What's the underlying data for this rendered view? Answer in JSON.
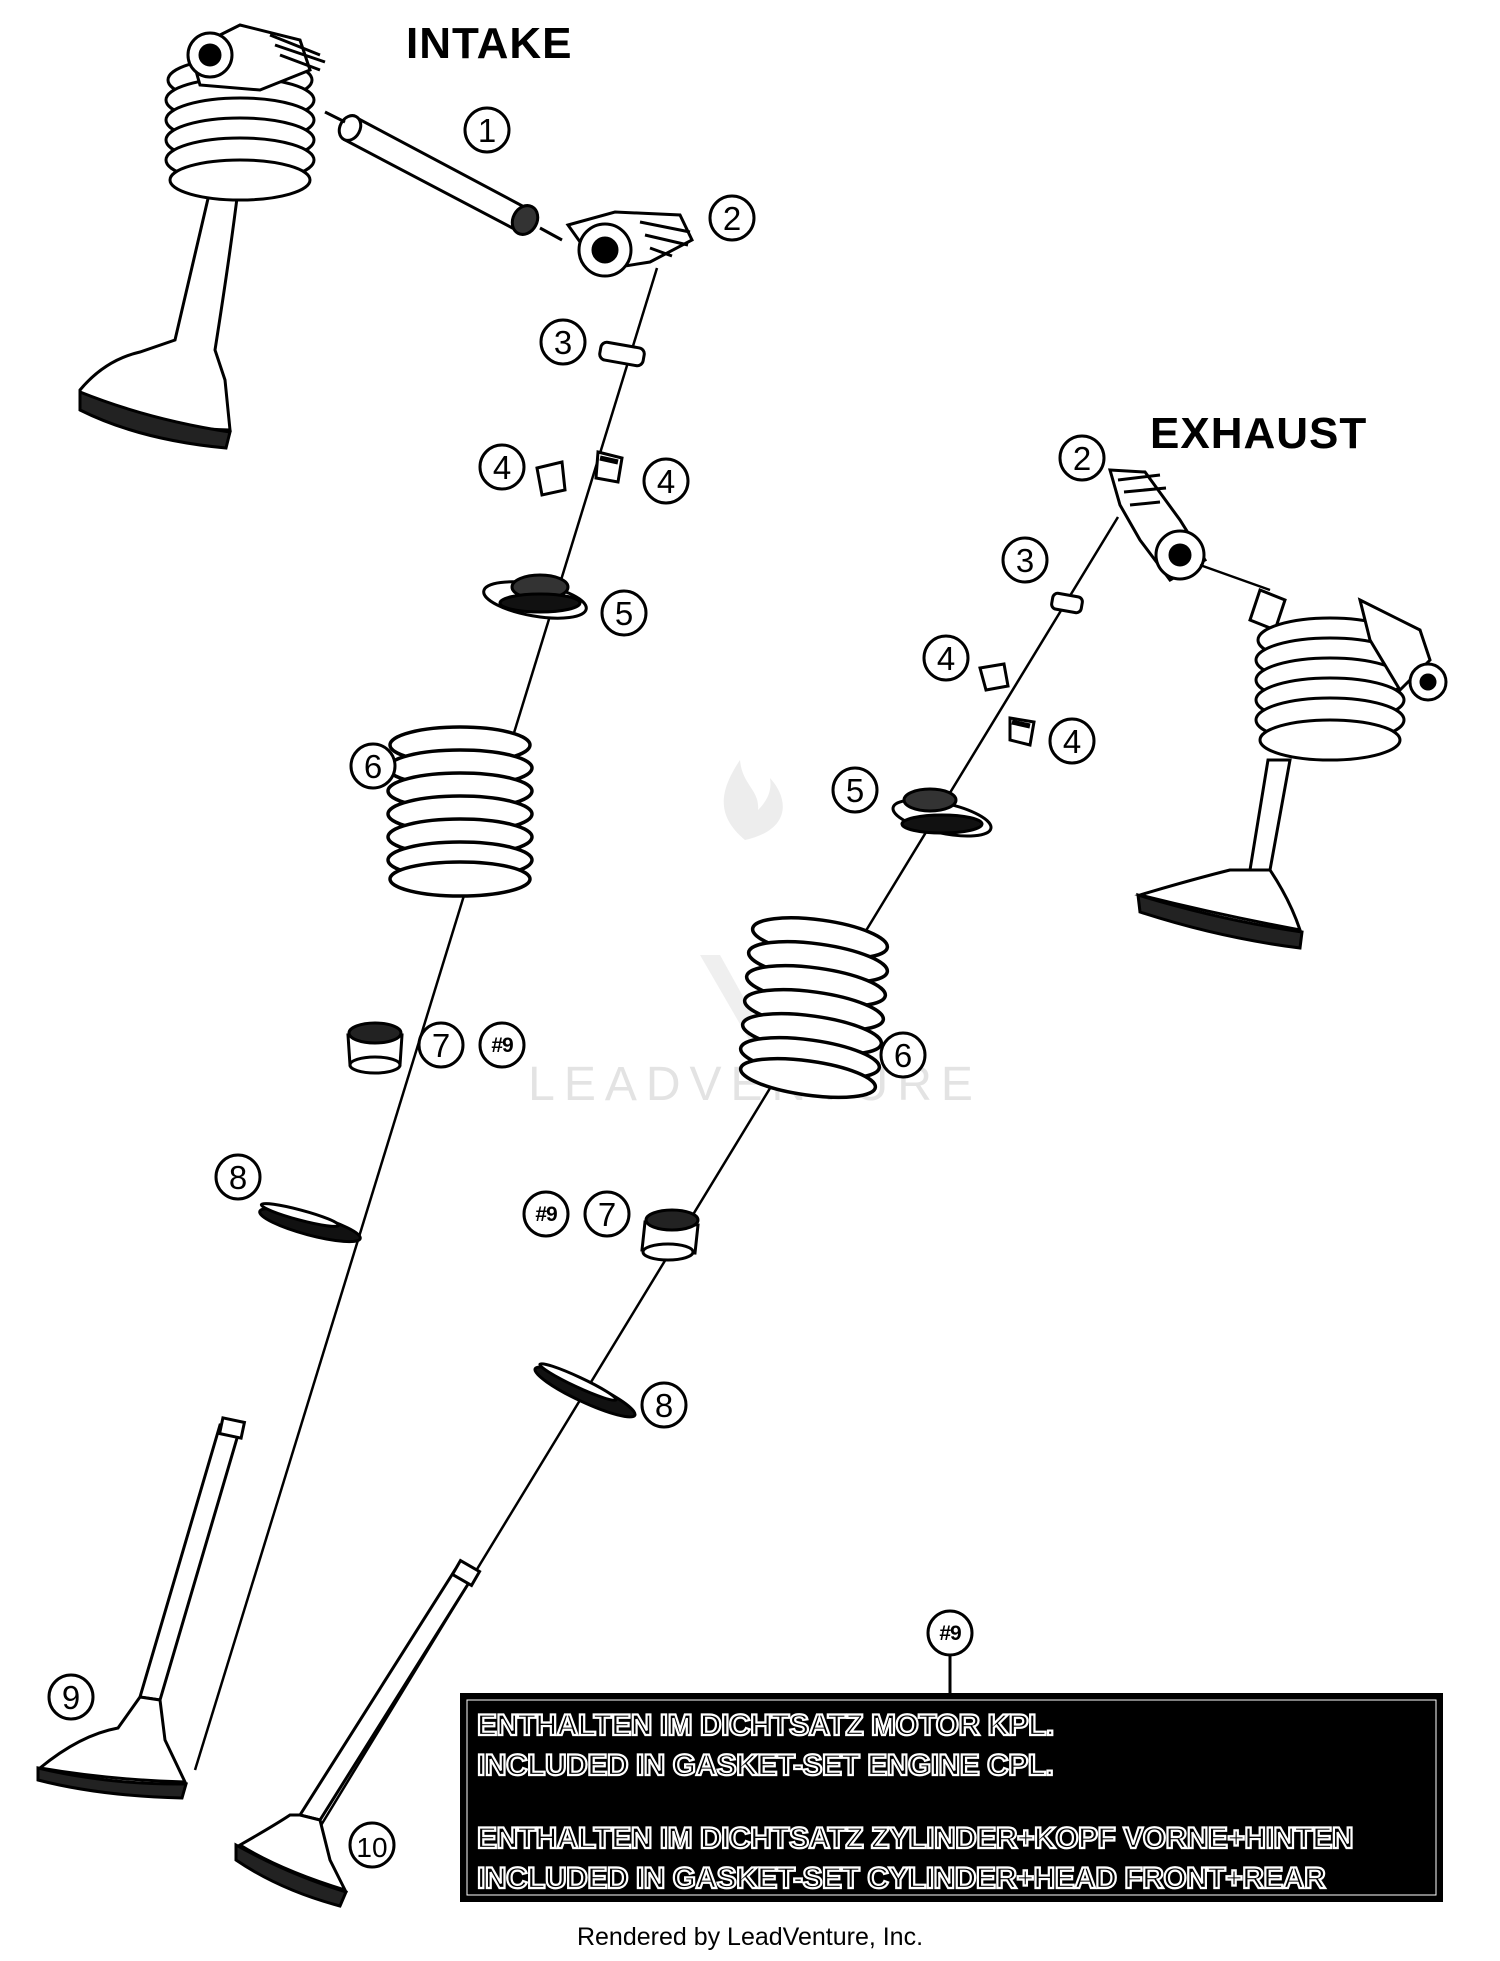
{
  "diagram": {
    "titles": {
      "intake": "INTAKE",
      "exhaust": "EXHAUST"
    },
    "callouts": [
      {
        "id": "intake-1",
        "label": "1"
      },
      {
        "id": "intake-2",
        "label": "2"
      },
      {
        "id": "intake-3",
        "label": "3"
      },
      {
        "id": "intake-4a",
        "label": "4"
      },
      {
        "id": "intake-4b",
        "label": "4"
      },
      {
        "id": "intake-5",
        "label": "5"
      },
      {
        "id": "intake-6",
        "label": "6"
      },
      {
        "id": "intake-7",
        "label": "7"
      },
      {
        "id": "intake-ref9",
        "label": "#9"
      },
      {
        "id": "intake-8",
        "label": "8"
      },
      {
        "id": "intake-9",
        "label": "9"
      },
      {
        "id": "exhaust-2",
        "label": "2"
      },
      {
        "id": "exhaust-3",
        "label": "3"
      },
      {
        "id": "exhaust-4a",
        "label": "4"
      },
      {
        "id": "exhaust-4b",
        "label": "4"
      },
      {
        "id": "exhaust-5",
        "label": "5"
      },
      {
        "id": "exhaust-6",
        "label": "6"
      },
      {
        "id": "exhaust-ref9",
        "label": "#9"
      },
      {
        "id": "exhaust-7",
        "label": "7"
      },
      {
        "id": "exhaust-8",
        "label": "8"
      },
      {
        "id": "exhaust-10",
        "label": "10"
      },
      {
        "id": "note-ref9",
        "label": "#9"
      }
    ],
    "note": {
      "lines": [
        "ENTHALTEN IM DICHTSATZ MOTOR KPL.",
        "INCLUDED IN GASKET-SET ENGINE CPL.",
        "ENTHALTEN IM DICHTSATZ ZYLINDER+KOPF VORNE+HINTEN",
        "INCLUDED IN GASKET-SET CYLINDER+HEAD FRONT+REAR"
      ]
    },
    "watermark": "LEADVENTURE",
    "footer": "Rendered by LeadVenture, Inc."
  }
}
